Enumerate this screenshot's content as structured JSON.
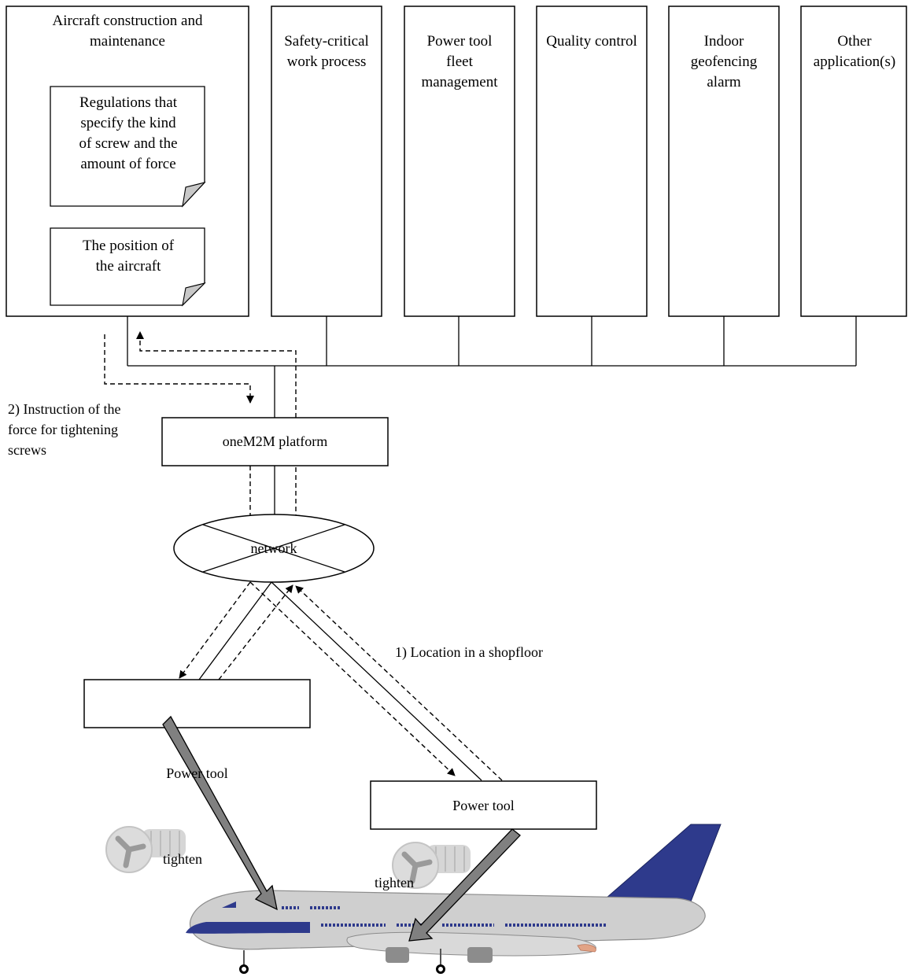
{
  "applications": [
    {
      "id": "aircraft",
      "title": "Aircraft construction and\nmaintenance"
    },
    {
      "id": "safety",
      "title": "Safety-critical\nwork process"
    },
    {
      "id": "fleet",
      "title": "Power tool\nfleet\nmanagement"
    },
    {
      "id": "quality",
      "title": "Quality control"
    },
    {
      "id": "geofence",
      "title": "Indoor\ngeofencing\nalarm"
    },
    {
      "id": "other",
      "title": "Other\napplication(s)"
    }
  ],
  "documents": {
    "regulations": "Regulations that\nspecify the kind\nof screw and the\namount of force",
    "position": "The position of\nthe aircraft"
  },
  "platform": "oneM2M platform",
  "network": "network",
  "power_tools": [
    "Power tool",
    "Power tool"
  ],
  "annotations": {
    "instruction": "2) Instruction of the\nforce for tightening\nscrews",
    "location": "1) Location in a shopfloor",
    "tighten_left": "tighten",
    "tighten_right": "tighten"
  },
  "colors": {
    "airplane_body": "#cfcfcf",
    "airplane_accent": "#2e3a8c",
    "arrow_fill": "#808080"
  }
}
